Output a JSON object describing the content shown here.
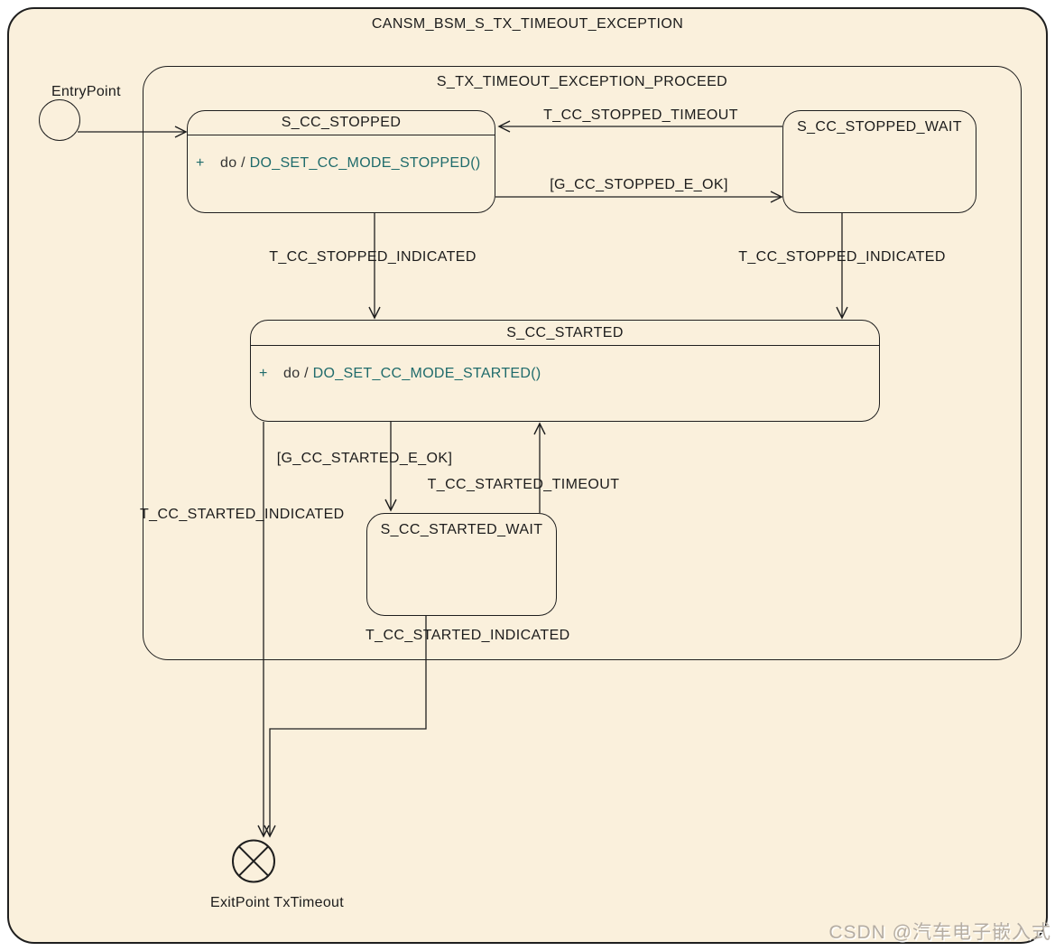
{
  "diagram": {
    "title": "CANSM_BSM_S_TX_TIMEOUT_EXCEPTION",
    "region_title": "S_TX_TIMEOUT_EXCEPTION_PROCEED",
    "entry_point": {
      "label": "EntryPoint"
    },
    "exit_point": {
      "label": "ExitPoint TxTimeout"
    },
    "states": [
      {
        "name": "S_CC_STOPPED",
        "action_plus": "+",
        "action_keyword": "do /",
        "action_name": "DO_SET_CC_MODE_STOPPED()"
      },
      {
        "name": "S_CC_STOPPED_WAIT"
      },
      {
        "name": "S_CC_STARTED",
        "action_plus": "+",
        "action_keyword": "do /",
        "action_name": "DO_SET_CC_MODE_STARTED()"
      },
      {
        "name": "S_CC_STARTED_WAIT"
      }
    ],
    "transitions": {
      "t_cc_stopped_timeout": "T_CC_STOPPED_TIMEOUT",
      "g_cc_stopped_e_ok": "[G_CC_STOPPED_E_OK]",
      "t_cc_stopped_indicated_left": "T_CC_STOPPED_INDICATED",
      "t_cc_stopped_indicated_right": "T_CC_STOPPED_INDICATED",
      "g_cc_started_e_ok": "[G_CC_STARTED_E_OK]",
      "t_cc_started_timeout": "T_CC_STARTED_TIMEOUT",
      "t_cc_started_indicated_left": "T_CC_STARTED_INDICATED",
      "t_cc_started_indicated_bottom": "T_CC_STARTED_INDICATED"
    },
    "watermark": "CSDN @汽车电子嵌入式",
    "colors": {
      "background": "#faf0dc",
      "line": "#1f1f1f",
      "text": "#1c1c1c",
      "action": "#1f6b6b",
      "action_keyword": "#333333",
      "watermark": "#b5ada3"
    }
  }
}
